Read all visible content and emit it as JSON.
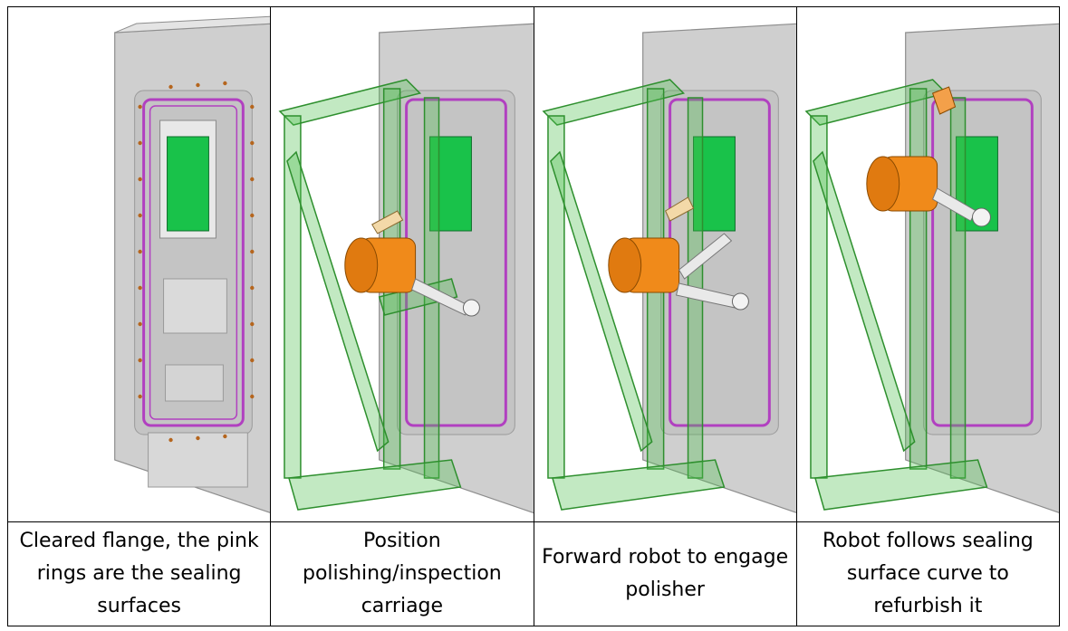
{
  "panels": [
    {
      "caption": "Cleared flange, the pink rings are the sealing surfaces"
    },
    {
      "caption": "Position polishing/inspection carriage"
    },
    {
      "caption": "Forward robot to engage polisher"
    },
    {
      "caption": "Robot follows sealing surface curve to refurbish it"
    }
  ],
  "colors": {
    "flange": "#c9c9c9",
    "seal_ring": "#b140c0",
    "port_plate": "#19c24a",
    "carriage": "#4fbf4f",
    "polisher": "#f08a1a",
    "bolts": "#b5651d"
  }
}
